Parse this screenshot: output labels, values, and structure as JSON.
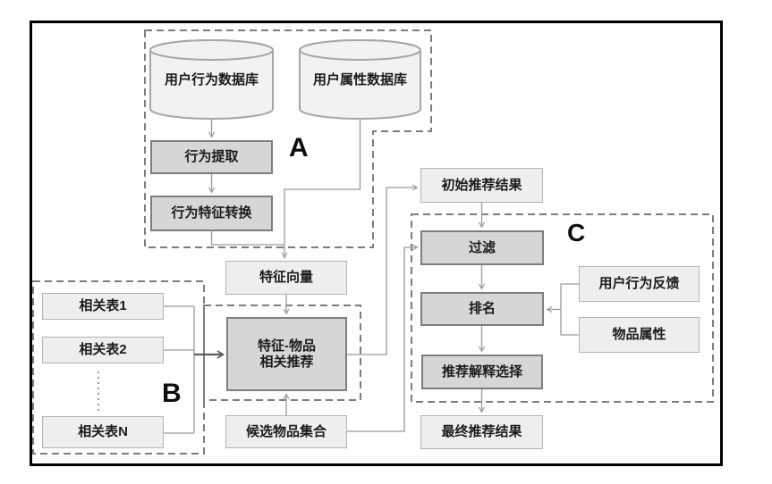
{
  "regions": {
    "a": "A",
    "b": "B",
    "c": "C"
  },
  "nodes": {
    "behavior_db": "用户行为数据库",
    "attribute_db": "用户属性数据库",
    "behavior_extract": "行为提取",
    "behavior_feature_transform": "行为特征转换",
    "feature_vector": "特征向量",
    "related_table_1": "相关表1",
    "related_table_2": "相关表2",
    "related_table_n": "相关表N",
    "feature_item_rec": {
      "line1": "特征-物品",
      "line2": "相关推荐"
    },
    "candidate_item_set": "候选物品集合",
    "initial_result": "初始推荐结果",
    "filter": "过滤",
    "ranking": "排名",
    "user_feedback": "用户行为反馈",
    "item_attribute": "物品属性",
    "explanation_select": "推荐解释选择",
    "final_result": "最终推荐结果"
  },
  "edges": [
    {
      "from": "用户行为数据库",
      "to": "行为提取"
    },
    {
      "from": "行为提取",
      "to": "行为特征转换"
    },
    {
      "from": "行为特征转换",
      "to": "特征向量"
    },
    {
      "from": "用户属性数据库",
      "to": "特征向量"
    },
    {
      "from": "特征向量",
      "to": "特征-物品相关推荐"
    },
    {
      "from": "相关表1",
      "to": "特征-物品相关推荐"
    },
    {
      "from": "相关表2",
      "to": "特征-物品相关推荐"
    },
    {
      "from": "相关表N",
      "to": "特征-物品相关推荐"
    },
    {
      "from": "候选物品集合",
      "to": "特征-物品相关推荐"
    },
    {
      "from": "特征-物品相关推荐",
      "to": "初始推荐结果"
    },
    {
      "from": "候选物品集合",
      "to": "过滤"
    },
    {
      "from": "初始推荐结果",
      "to": "过滤"
    },
    {
      "from": "过滤",
      "to": "排名"
    },
    {
      "from": "用户行为反馈",
      "to": "排名"
    },
    {
      "from": "物品属性",
      "to": "排名"
    },
    {
      "from": "排名",
      "to": "推荐解释选择"
    },
    {
      "from": "推荐解释选择",
      "to": "最终推荐结果"
    }
  ],
  "colors": {
    "light_fill": "#eeeeee",
    "light_border": "#b3b3b3",
    "dark_fill": "#d6d6d6",
    "dark_border": "#7e7e7e",
    "dashed_border": "#7d7d7d",
    "connector": "#9b9b9b",
    "accent_connector": "#5f5f5f",
    "frame": "#000000"
  }
}
